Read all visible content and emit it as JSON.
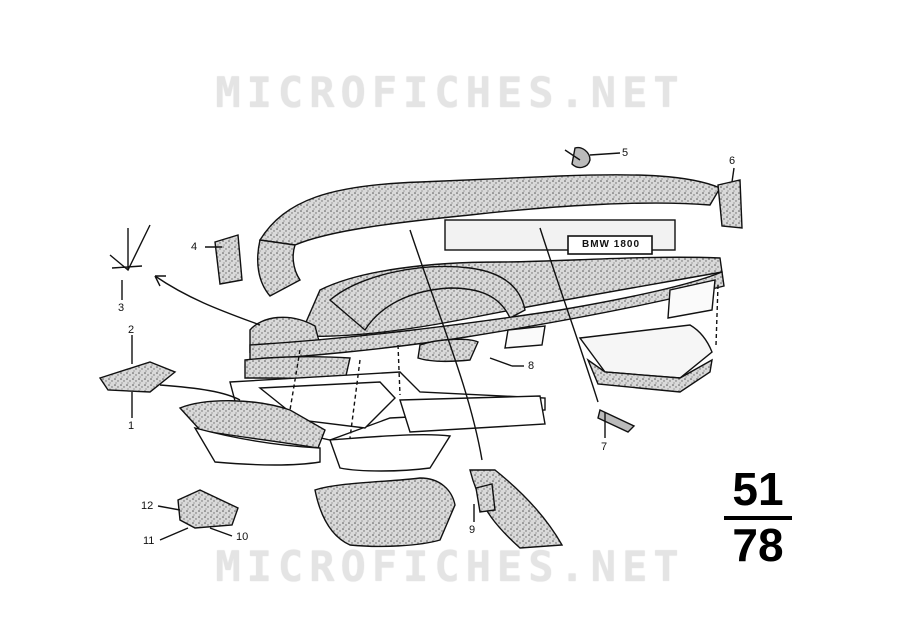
{
  "watermark": {
    "text": "MICROFICHES.NET"
  },
  "badge_text": "BMW 1800",
  "callouts": [
    "1",
    "2",
    "3",
    "4",
    "5",
    "6",
    "7",
    "8",
    "9",
    "10",
    "11",
    "12"
  ],
  "page_number": {
    "top": "51",
    "bottom": "78"
  },
  "colors": {
    "ink": "#111111",
    "speckle": "#8a8a8a",
    "watermark": "#e4e4e4"
  }
}
